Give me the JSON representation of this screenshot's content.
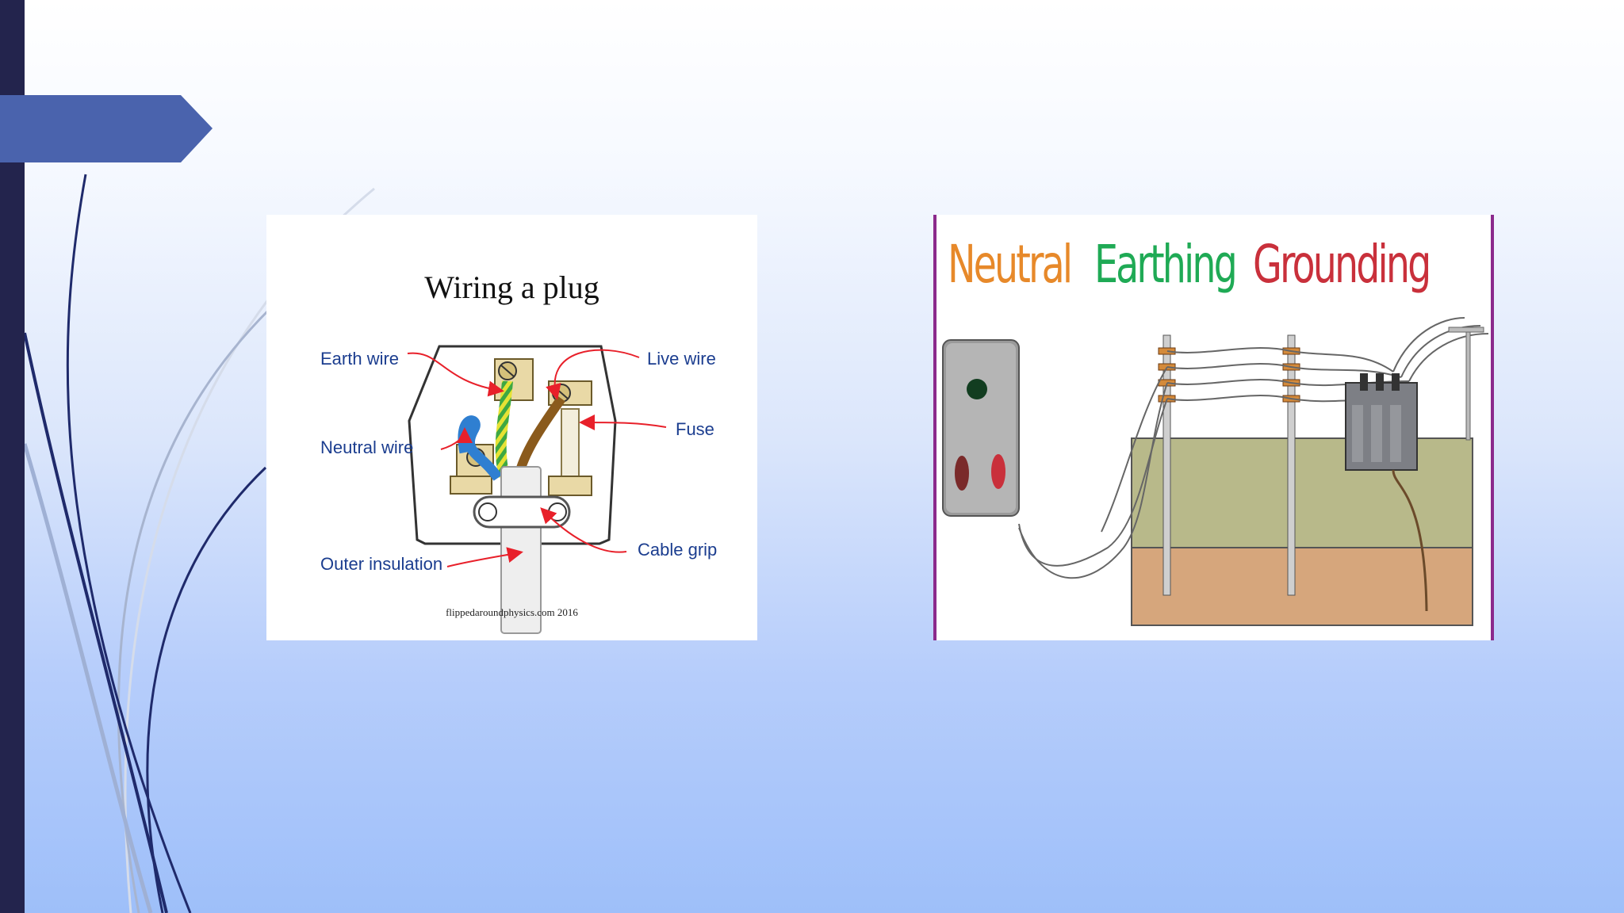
{
  "slide": {
    "title": "",
    "colors": {
      "left_bar": "#23244d",
      "title_tab": "#4a63ad",
      "swoosh": "#1f2a6b"
    }
  },
  "left_figure": {
    "title": "Wiring a plug",
    "labels": {
      "earth_wire": "Earth wire",
      "live_wire": "Live wire",
      "neutral_wire": "Neutral wire",
      "fuse": "Fuse",
      "outer_insulation": "Outer insulation",
      "cable_grip": "Cable grip"
    },
    "credit": "flippedaroundphysics.com 2016",
    "colors": {
      "label": "#1b3d8f",
      "arrow": "#e8202a"
    }
  },
  "right_figure": {
    "words": {
      "neutral": "Neutral",
      "earthing": "Earthing",
      "grounding": "Grounding"
    },
    "colors": {
      "neutral": "#e7892a",
      "earthing": "#1faa55",
      "grounding": "#c9303b",
      "border": "#8b2a8c"
    }
  }
}
